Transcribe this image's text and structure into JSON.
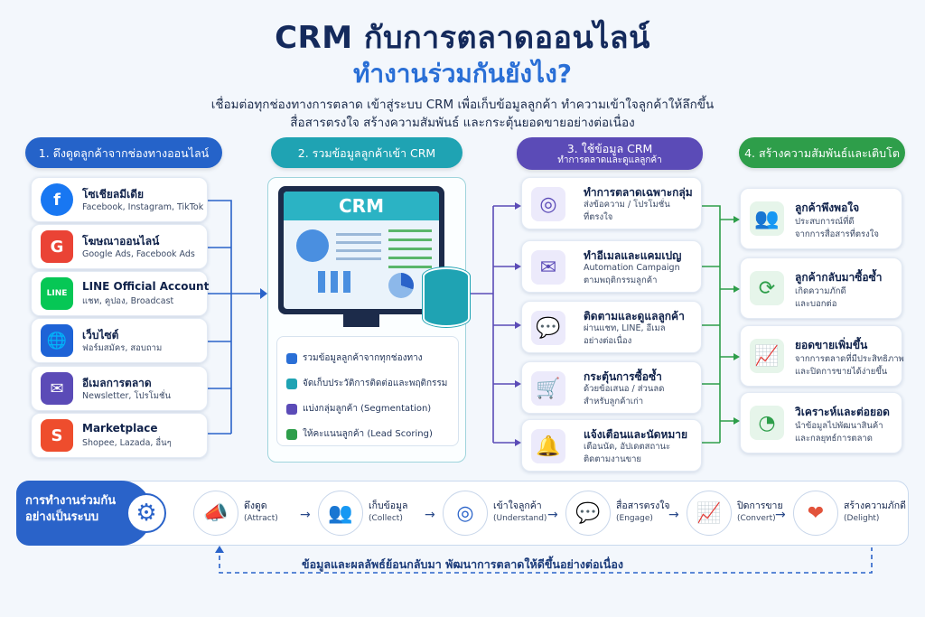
{
  "title": "CRM กับการตลาดออนไลน์",
  "subtitle": "ทำงานร่วมกันยังไง?",
  "desc_line1": "เชื่อมต่อทุกช่องทางการตลาด เข้าสู่ระบบ CRM เพื่อเก็บข้อมูลลูกค้า ทำความเข้าใจลูกค้าให้ลึกขึ้น",
  "desc_line2": "สื่อสารตรงใจ สร้างความสัมพันธ์ และกระตุ้นยอดขายอย่างต่อเนื่อง",
  "colors": {
    "blue": "#2563c9",
    "teal": "#1fa3b3",
    "purple": "#5b4bb7",
    "green": "#2e9e4a"
  },
  "step1": {
    "label": "1. ดึงดูดลูกค้าจากช่องทางออนไลน์",
    "items": [
      {
        "title": "โซเชียลมีเดีย",
        "desc": "Facebook, Instagram, TikTok",
        "icon": "facebook-icon",
        "glyph": "f",
        "color": "#1877f2"
      },
      {
        "title": "โฆษณาออนไลน์",
        "desc": "Google Ads, Facebook Ads",
        "icon": "google-icon",
        "glyph": "G",
        "color": "#ea4335"
      },
      {
        "title": "LINE Official Account",
        "desc": "แชท, คูปอง, Broadcast",
        "icon": "line-icon",
        "glyph": "LINE",
        "color": "#06c755"
      },
      {
        "title": "เว็บไซต์",
        "desc": "ฟอร์มสมัคร, สอบถาม",
        "icon": "globe-icon",
        "glyph": "🌐",
        "color": "#1e63d6"
      },
      {
        "title": "อีเมลการตลาด",
        "desc": "Newsletter, โปรโมชั่น",
        "icon": "email-icon",
        "glyph": "✉",
        "color": "#5b4bb7"
      },
      {
        "title": "Marketplace",
        "desc": "Shopee, Lazada, อื่นๆ",
        "icon": "shopping-bag-icon",
        "glyph": "S",
        "color": "#ee4d2d"
      }
    ]
  },
  "step2": {
    "label": "2. รวมข้อมูลลูกค้าเข้า CRM",
    "screen_label": "CRM",
    "items": [
      "รวมข้อมูลลูกค้าจากทุกช่องทาง",
      "จัดเก็บประวัติการติดต่อและพฤติกรรม",
      "แบ่งกลุ่มลูกค้า (Segmentation)",
      "ให้คะแนนลูกค้า (Lead Scoring)"
    ]
  },
  "step3": {
    "label_line1": "3. ใช้ข้อมูล CRM",
    "label_line2": "ทำการตลาดและดูแลลูกค้า",
    "items": [
      {
        "title": "ทำการตลาดเฉพาะกลุ่ม",
        "desc1": "ส่งข้อความ / โปรโมชั่น",
        "desc2": "ที่ตรงใจ",
        "icon": "target-icon",
        "glyph": "◎"
      },
      {
        "title": "ทำอีเมลและแคมเปญ",
        "desc1": "Automation Campaign",
        "desc2": "ตามพฤติกรรมลูกค้า",
        "icon": "envelope-icon",
        "glyph": "✉"
      },
      {
        "title": "ติดตามและดูแลลูกค้า",
        "desc1": "ผ่านแชท, LINE, อีเมล",
        "desc2": "อย่างต่อเนื่อง",
        "icon": "chat-icon",
        "glyph": "💬"
      },
      {
        "title": "กระตุ้นการซื้อซ้ำ",
        "desc1": "ด้วยข้อเสนอ / ส่วนลด",
        "desc2": "สำหรับลูกค้าเก่า",
        "icon": "cart-icon",
        "glyph": "🛒"
      },
      {
        "title": "แจ้งเตือนและนัดหมาย",
        "desc1": "เตือนนัด, อัปเดตสถานะ",
        "desc2": "ติดตามงานขาย",
        "icon": "bell-icon",
        "glyph": "🔔"
      }
    ]
  },
  "step4": {
    "label": "4. สร้างความสัมพันธ์และเติบโต",
    "items": [
      {
        "title": "ลูกค้าพึงพอใจ",
        "desc1": "ประสบการณ์ที่ดี",
        "desc2": "จากการสื่อสารที่ตรงใจ",
        "icon": "users-icon",
        "glyph": "👥"
      },
      {
        "title": "ลูกค้ากลับมาซื้อซ้ำ",
        "desc1": "เกิดความภักดี",
        "desc2": "และบอกต่อ",
        "icon": "refresh-icon",
        "glyph": "⟳"
      },
      {
        "title": "ยอดขายเพิ่มขึ้น",
        "desc1": "จากการตลาดที่มีประสิทธิภาพ",
        "desc2": "และปิดการขายได้ง่ายขึ้น",
        "icon": "growth-chart-icon",
        "glyph": "📈"
      },
      {
        "title": "วิเคราะห์และต่อยอด",
        "desc1": "นำข้อมูลไปพัฒนาสินค้า",
        "desc2": "และกลยุทธ์การตลาด",
        "icon": "pie-chart-icon",
        "glyph": "◔"
      }
    ]
  },
  "process": {
    "label_line1": "การทำงานร่วมกัน",
    "label_line2": "อย่างเป็นระบบ",
    "steps": [
      {
        "th": "ดึงดูด",
        "en": "(Attract)",
        "icon": "megaphone-icon",
        "glyph": "📣"
      },
      {
        "th": "เก็บข้อมูล",
        "en": "(Collect)",
        "icon": "people-icon",
        "glyph": "👥"
      },
      {
        "th": "เข้าใจลูกค้า",
        "en": "(Understand)",
        "icon": "target-icon",
        "glyph": "◎"
      },
      {
        "th": "สื่อสารตรงใจ",
        "en": "(Engage)",
        "icon": "chat-icon",
        "glyph": "💬"
      },
      {
        "th": "ปิดการขาย",
        "en": "(Convert)",
        "icon": "growth-chart-icon",
        "glyph": "📈"
      },
      {
        "th": "สร้างความภักดี",
        "en": "(Delight)",
        "icon": "heart-icon",
        "glyph": "❤"
      }
    ],
    "feedback": "ข้อมูลและผลลัพธ์ย้อนกลับมา พัฒนาการตลาดให้ดีขึ้นอย่างต่อเนื่อง"
  }
}
